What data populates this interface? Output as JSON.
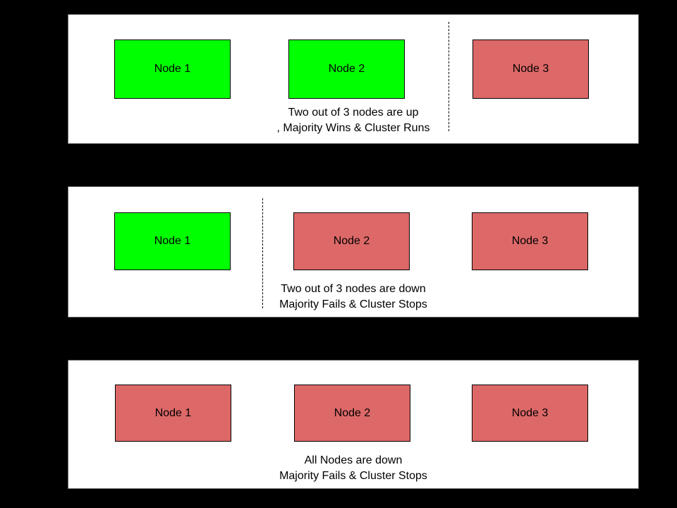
{
  "colors": {
    "background": "#000000",
    "panel_background": "#FFFFFF",
    "panel_border": "#666666",
    "node_border": "#000000",
    "node_up": "#00FF00",
    "node_down": "#DD6868",
    "divider": "#000000"
  },
  "panels": [
    {
      "name": "two-nodes-up",
      "nodes": [
        {
          "label": "Node 1",
          "status": "up",
          "color": "#00FF00"
        },
        {
          "label": "Node 2",
          "status": "up",
          "color": "#00FF00"
        },
        {
          "label": "Node 3",
          "status": "down",
          "color": "#DD6868"
        }
      ],
      "divider_between": "Node 2|Node 3",
      "caption_line1": "Two out of 3 nodes are up",
      "caption_line2": ", Majority Wins & Cluster Runs"
    },
    {
      "name": "two-nodes-down",
      "nodes": [
        {
          "label": "Node 1",
          "status": "up",
          "color": "#00FF00"
        },
        {
          "label": "Node 2",
          "status": "down",
          "color": "#DD6868"
        },
        {
          "label": "Node 3",
          "status": "down",
          "color": "#DD6868"
        }
      ],
      "divider_between": "Node 1|Node 2",
      "caption_line1": "Two out of 3 nodes are down",
      "caption_line2": "Majority Fails & Cluster Stops"
    },
    {
      "name": "all-nodes-down",
      "nodes": [
        {
          "label": "Node 1",
          "status": "down",
          "color": "#DD6868"
        },
        {
          "label": "Node 2",
          "status": "down",
          "color": "#DD6868"
        },
        {
          "label": "Node 3",
          "status": "down",
          "color": "#DD6868"
        }
      ],
      "divider_between": null,
      "caption_line1": "All Nodes are down",
      "caption_line2": "Majority Fails & Cluster Stops"
    }
  ]
}
